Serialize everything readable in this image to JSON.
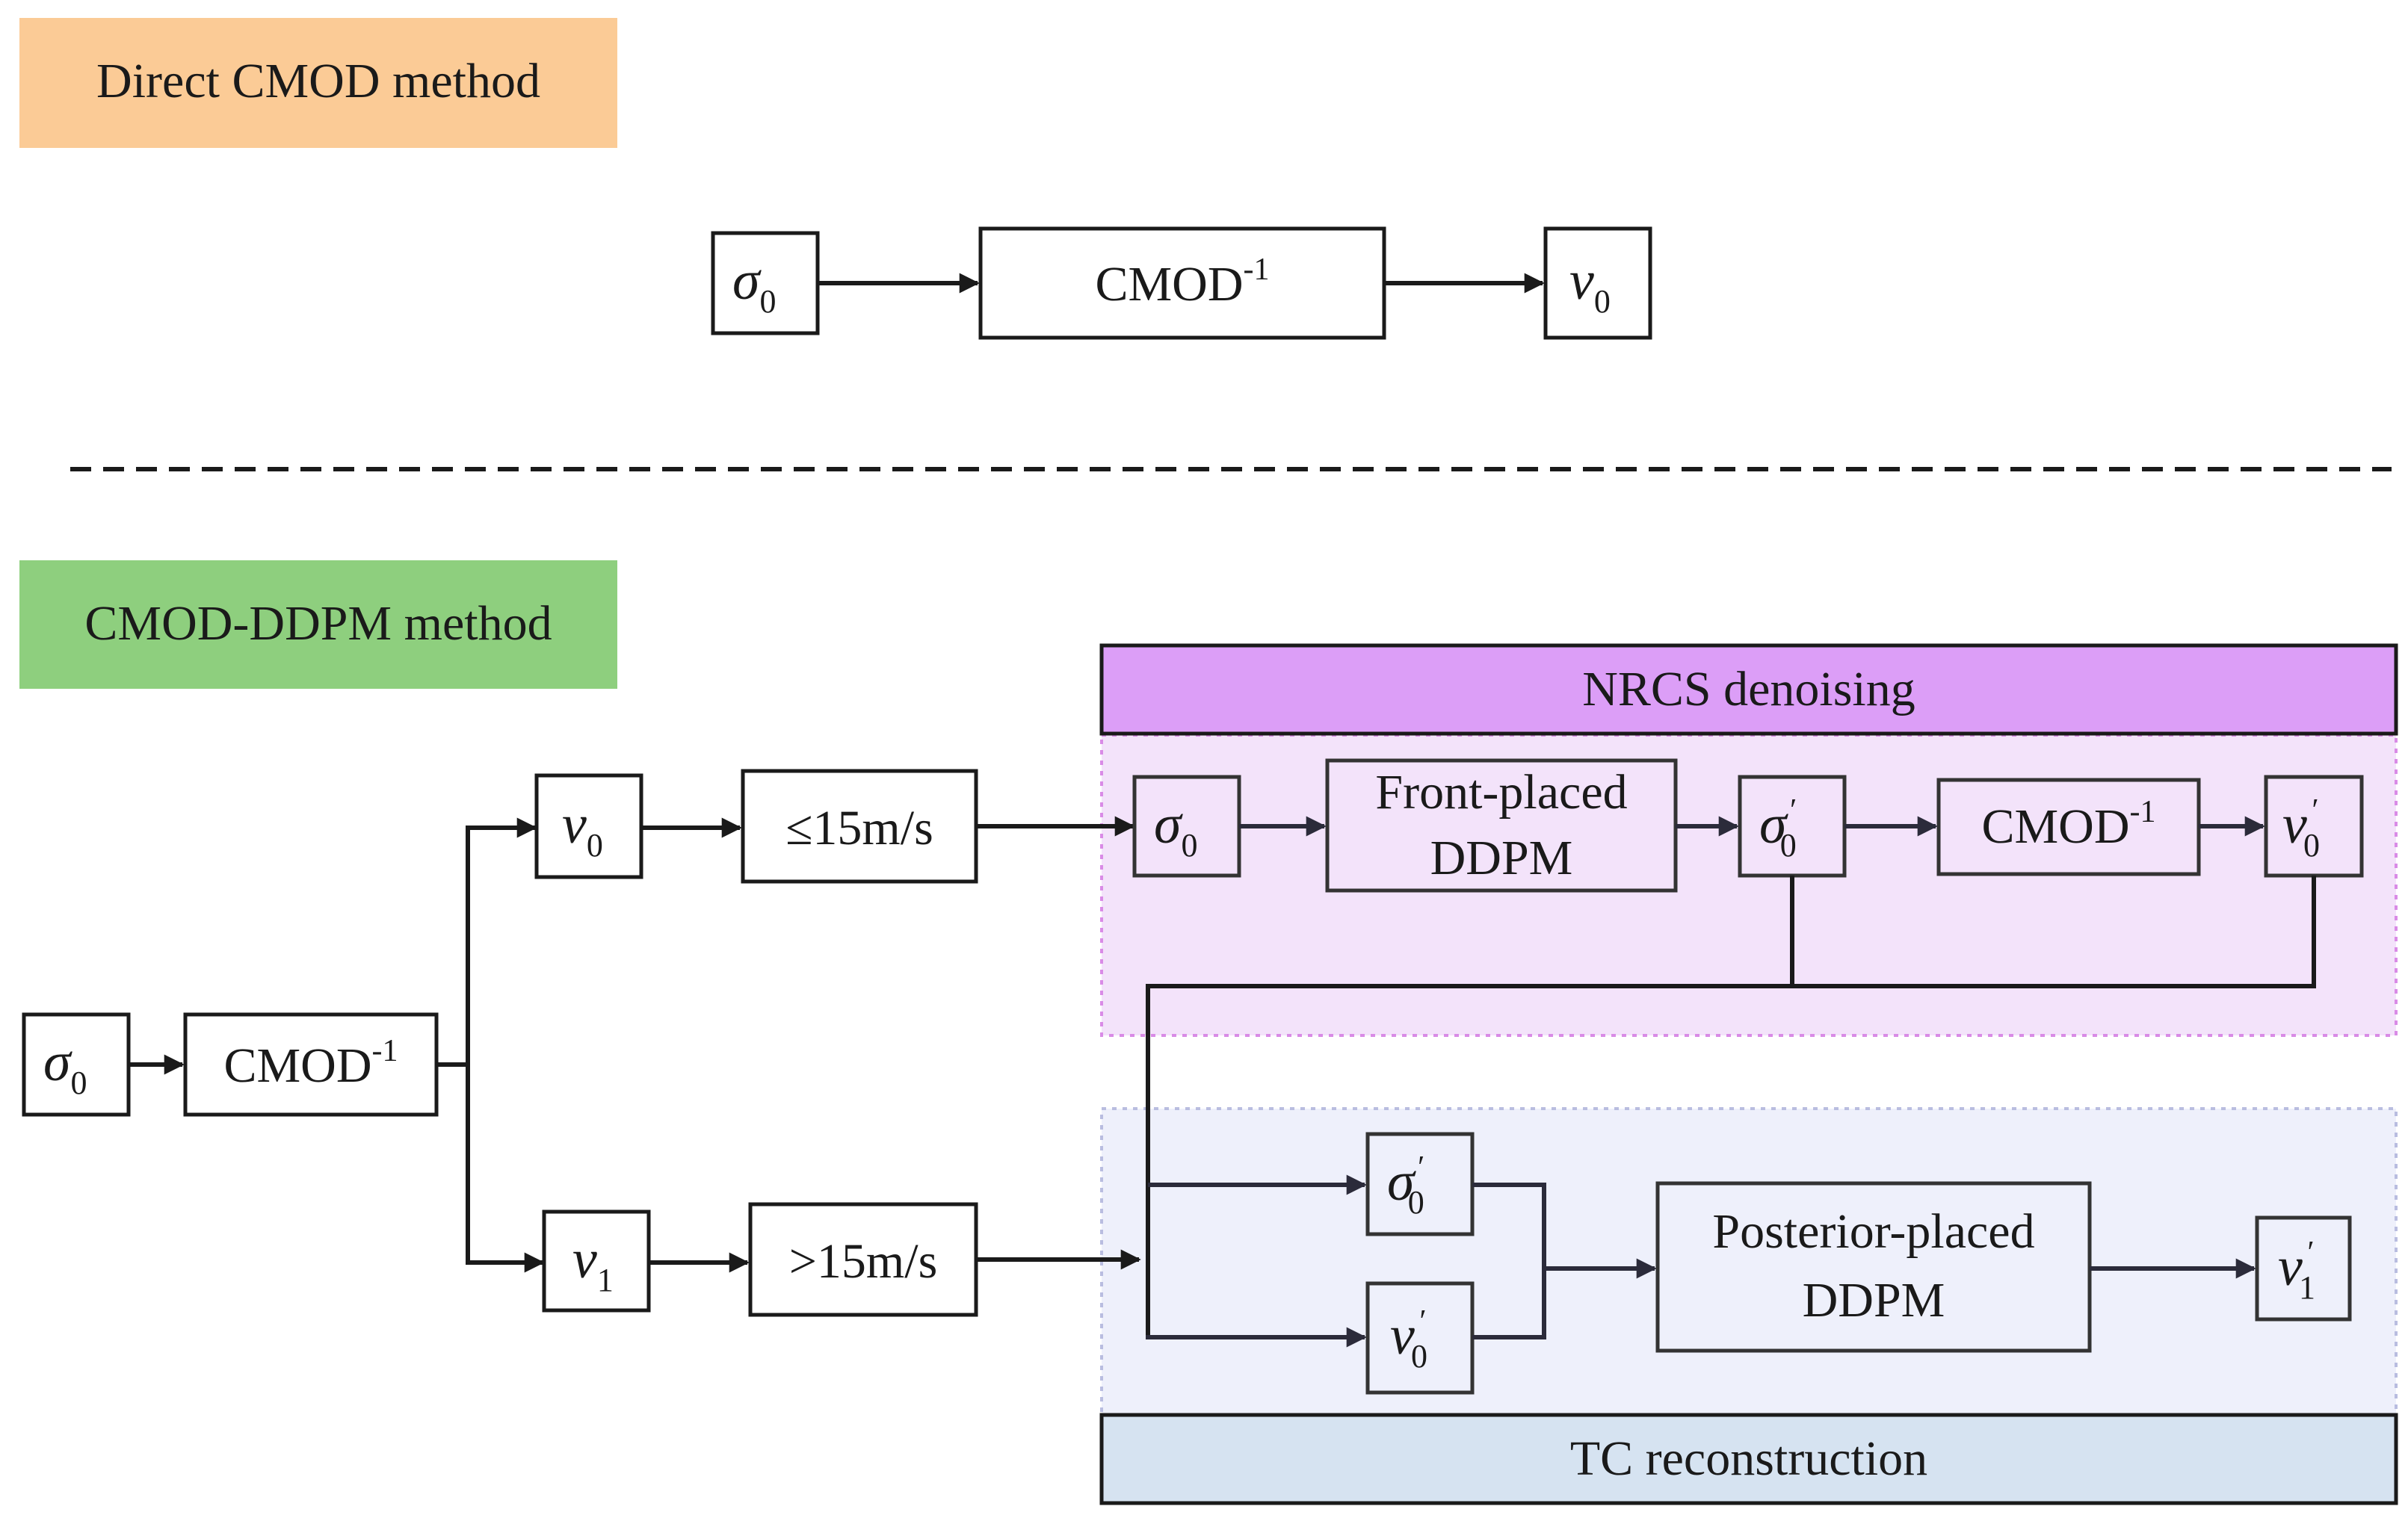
{
  "direct": {
    "title": "Direct CMOD method",
    "title_color": "#fbcb96",
    "input_symbol": "σ",
    "input_sub": "0",
    "model": "CMOD",
    "model_sup": "-1",
    "output_symbol": "v",
    "output_sub": "0"
  },
  "ddpm": {
    "title": "CMOD-DDPM method",
    "title_color": "#8ecf7e",
    "input_symbol": "σ",
    "input_sub": "0",
    "model": "CMOD",
    "model_sup": "-1",
    "branch_low": {
      "symbol": "v",
      "sub": "0",
      "condition": "≤15m/s"
    },
    "branch_high": {
      "symbol": "v",
      "sub": "1",
      "condition": ">15m/s"
    },
    "denoise": {
      "title": "NRCS denoising",
      "header_color": "#dc9ef7",
      "region_color": "#f3e3fa",
      "input_symbol": "σ",
      "input_sub": "0",
      "ddpm_line1": "Front-placed",
      "ddpm_line2": "DDPM",
      "denoised_symbol": "σ",
      "denoised_sub": "0",
      "prime": "′",
      "model": "CMOD",
      "model_sup": "-1",
      "wind_symbol": "v",
      "wind_sub": "0"
    },
    "reconstruct": {
      "title": "TC reconstruction",
      "header_color": "#d6e3f1",
      "region_color": "#eef0fb",
      "in1_symbol": "σ",
      "in1_sub": "0",
      "in2_symbol": "v",
      "in2_sub": "0",
      "prime": "′",
      "ddpm_line1": "Posterior-placed",
      "ddpm_line2": "DDPM",
      "output_symbol": "v",
      "output_sub": "1"
    }
  }
}
